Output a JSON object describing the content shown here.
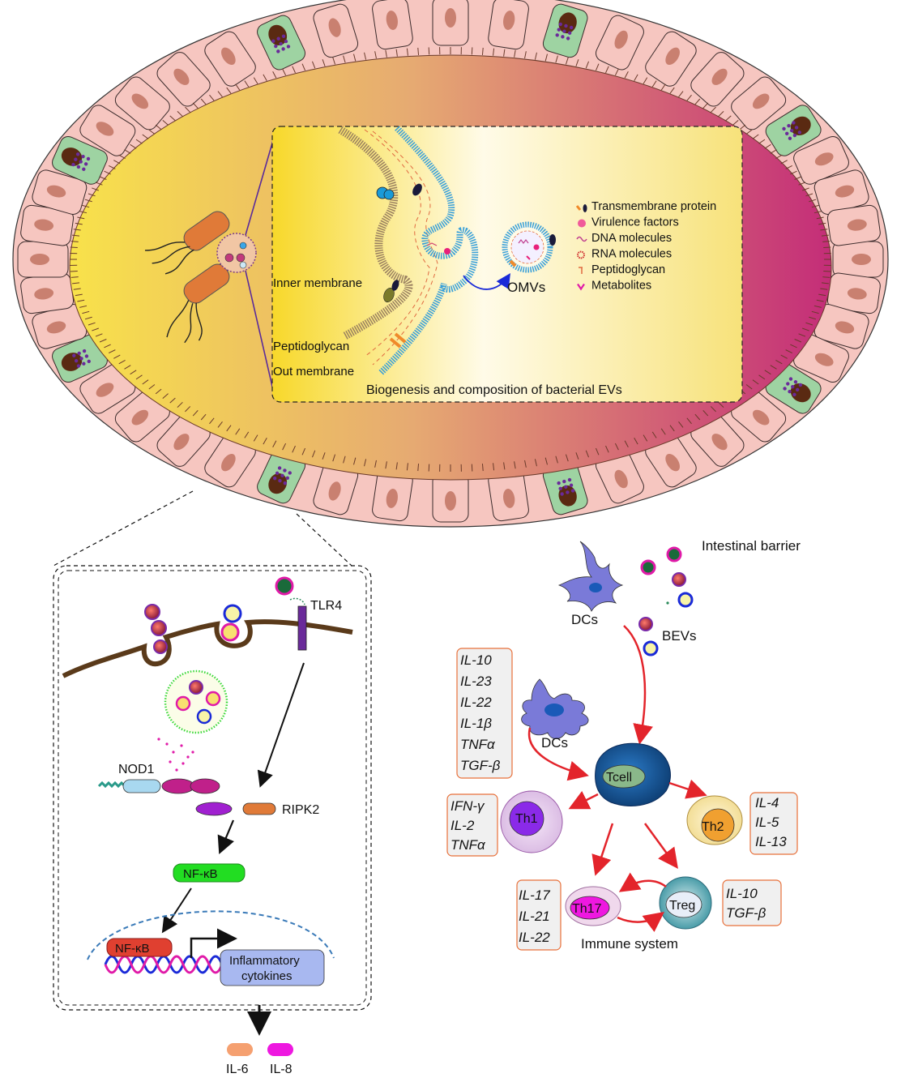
{
  "inset": {
    "title": "Biogenesis and composition of bacterial EVs",
    "inner_membrane": "Inner membrane",
    "peptidoglycan": "Peptidoglycan",
    "out_membrane": "Out membrane",
    "omvs": "OMVs",
    "legend": [
      {
        "label": "Transmembrane protein",
        "icon": "transmembrane-protein-icon"
      },
      {
        "label": "Virulence factors",
        "icon": "virulence-factor-icon"
      },
      {
        "label": "DNA molecules",
        "icon": "dna-icon"
      },
      {
        "label": "RNA molecules",
        "icon": "rna-icon"
      },
      {
        "label": "Peptidoglycan",
        "icon": "peptidoglycan-icon"
      },
      {
        "label": "Metabolites",
        "icon": "metabolite-icon"
      }
    ]
  },
  "barrier_label": "Intestinal barrier",
  "signaling": {
    "tlr4": "TLR4",
    "nod1": "NOD1",
    "ripk2": "RIPK2",
    "nfkb_cyto": "NF-κB",
    "nfkb_nuc": "NF-κB",
    "cytokines_line1": "Inflammatory",
    "cytokines_line2": "cytokines",
    "il6": "IL-6",
    "il8": "IL-8"
  },
  "immune": {
    "dcs_top": "DCs",
    "dcs_mid": "DCs",
    "bevs": "BEVs",
    "tcell": "Tcell",
    "th1": "Th1",
    "th2": "Th2",
    "th17": "Th17",
    "treg": "Treg",
    "system_label": "Immune system",
    "dc_cytokines": [
      "IL-10",
      "IL-23",
      "IL-22",
      "IL-1β",
      "TNFα",
      "TGF-β"
    ],
    "th1_cytokines": [
      "IFN-γ",
      "IL-2",
      "TNFα"
    ],
    "th2_cytokines": [
      "IL-4",
      "IL-5",
      "IL-13"
    ],
    "th17_cytokines": [
      "IL-17",
      "IL-21",
      "IL-22"
    ],
    "treg_cytokines": [
      "IL-10",
      "TGF-β"
    ]
  },
  "colors": {
    "lumen_left": "#f7e04a",
    "lumen_mid": "#e8a870",
    "lumen_right": "#c8357a",
    "epithelial_cell": "#f6c6c0",
    "goblet_cell": "#9ed3a2",
    "arrow_red": "#e3242b",
    "nfkb_green": "#22dd22",
    "nfkb_red": "#e04030",
    "tcell": "#1a5a9c"
  }
}
